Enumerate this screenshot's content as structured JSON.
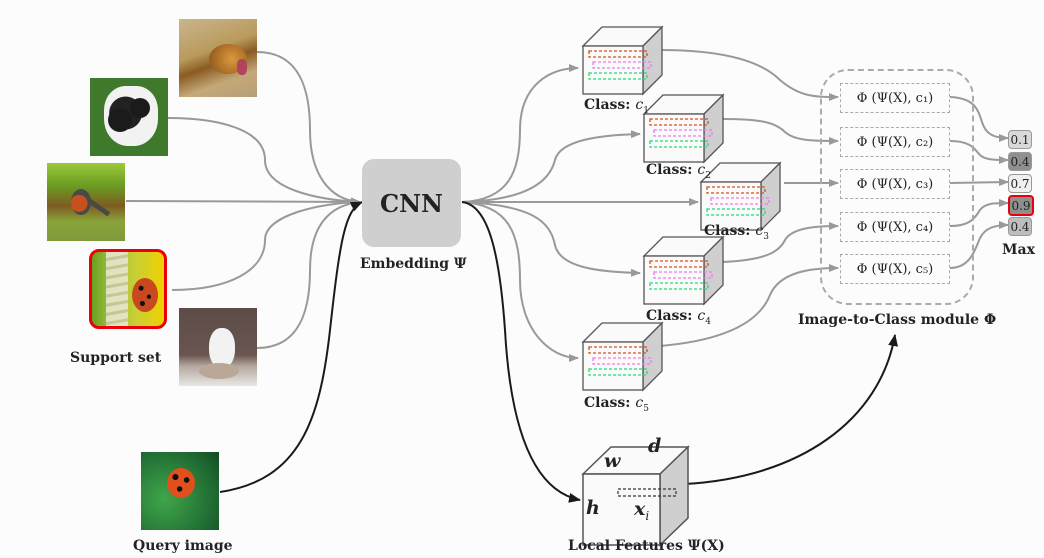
{
  "support_set": {
    "label": "Support set",
    "images": [
      {
        "name": "lion",
        "selected": false
      },
      {
        "name": "dog",
        "selected": false
      },
      {
        "name": "bird",
        "selected": false
      },
      {
        "name": "ladybug",
        "selected": true
      },
      {
        "name": "arctic-fox",
        "selected": false
      }
    ]
  },
  "query": {
    "label": "Query image",
    "image": "ladybug"
  },
  "embedding": {
    "box_label": "CNN",
    "label": "Embedding Ψ"
  },
  "classes": [
    {
      "prefix": "Class: ",
      "symbol": "c",
      "sub": "1"
    },
    {
      "prefix": "Class: ",
      "symbol": "c",
      "sub": "2"
    },
    {
      "prefix": "Class: ",
      "symbol": "c",
      "sub": "3"
    },
    {
      "prefix": "Class: ",
      "symbol": "c",
      "sub": "4"
    },
    {
      "prefix": "Class: ",
      "symbol": "c",
      "sub": "5"
    }
  ],
  "local_features": {
    "label": "Local Features Ψ(X)",
    "dims": {
      "w": "w",
      "d": "d",
      "h": "h"
    },
    "descriptor": "x",
    "descriptor_sub": "i"
  },
  "module": {
    "label": "Image-to-Class module Φ",
    "functions": [
      "Φ (Ψ(X), c₁)",
      "Φ (Ψ(X), c₂)",
      "Φ (Ψ(X), c₃)",
      "Φ (Ψ(X), c₄)",
      "Φ (Ψ(X), c₅)"
    ]
  },
  "scores": {
    "label": "Max",
    "values": [
      "0.1",
      "0.4",
      "0.7",
      "0.9",
      "0.4"
    ],
    "max_index": 3,
    "fills": [
      "#d9d9d9",
      "#8f8f8f",
      "#f0f0f0",
      "#8f8f8f",
      "#bdbdbd"
    ]
  },
  "colors": {
    "arrow_gray": "#999999",
    "arrow_black": "#1a1a1a",
    "highlight_red": "#e8000b",
    "desc_orange": "#d4501c",
    "desc_pink": "#ee77ee",
    "desc_green": "#22dd77"
  }
}
